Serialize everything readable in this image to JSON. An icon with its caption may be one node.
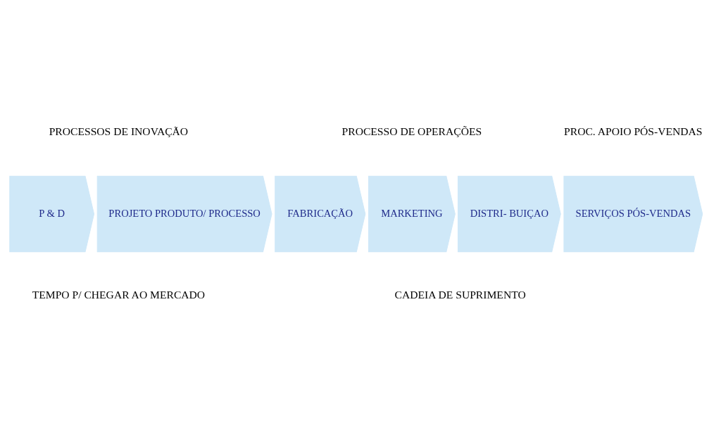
{
  "diagram": {
    "nodes": [
      {
        "text": [
          "P & D"
        ]
      },
      {
        "text": [
          "PROJETO PRODUTO/ PROCESSO"
        ]
      },
      {
        "text": [
          "FABRICAÇÃO"
        ]
      },
      {
        "text": [
          "MARKETING"
        ]
      },
      {
        "text": [
          "DISTRI- BUIÇAO"
        ]
      },
      {
        "text": [
          "SERVIÇOS PÓS-VENDAS"
        ]
      }
    ],
    "edges": [],
    "labels": [
      "PROCESSOS DE INOVAÇÃO",
      "PROCESSO DE OPERAÇÕES",
      "PROC. APOIO PÓS-VENDAS",
      "TEMPO P/ CHEGAR AO MERCADO",
      "CADEIA DE SUPRIMENTO"
    ]
  }
}
